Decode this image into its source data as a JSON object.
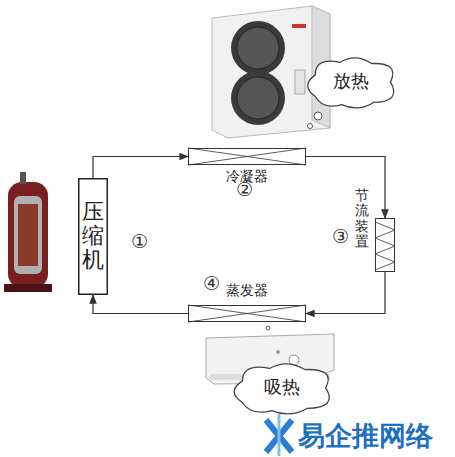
{
  "diagram": {
    "nodes": [
      {
        "text": [
          "放热"
        ]
      },
      {
        "text": [
          "压缩机"
        ]
      },
      {
        "text": [
          "冷凝器"
        ]
      },
      {
        "text": [
          "节流装置"
        ]
      },
      {
        "text": [
          "蒸发器"
        ]
      },
      {
        "text": [
          "吸热"
        ]
      }
    ],
    "edges": [
      {
        "from": 1,
        "to": 2,
        "arrow": "to"
      },
      {
        "from": 2,
        "to": 3,
        "arrow": "to"
      },
      {
        "from": 3,
        "to": 4,
        "arrow": "to"
      },
      {
        "from": 4,
        "to": 1,
        "arrow": "to"
      }
    ],
    "labels": [
      "①",
      "②",
      "③",
      "④",
      "易企推网络"
    ]
  }
}
